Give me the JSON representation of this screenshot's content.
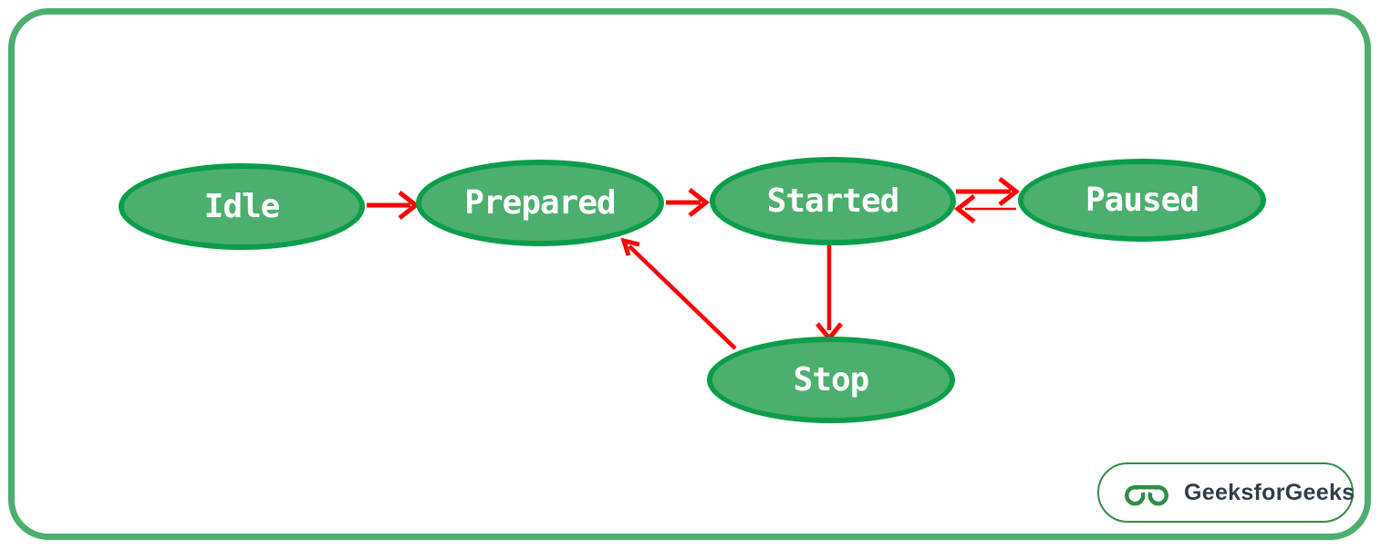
{
  "diagram": {
    "type": "state-diagram",
    "states": [
      {
        "id": "idle",
        "label": "Idle"
      },
      {
        "id": "prepared",
        "label": "Prepared"
      },
      {
        "id": "started",
        "label": "Started"
      },
      {
        "id": "paused",
        "label": "Paused"
      },
      {
        "id": "stop",
        "label": "Stop"
      }
    ],
    "transitions": [
      {
        "from": "Idle",
        "to": "Prepared"
      },
      {
        "from": "Prepared",
        "to": "Started"
      },
      {
        "from": "Started",
        "to": "Paused"
      },
      {
        "from": "Paused",
        "to": "Started"
      },
      {
        "from": "Started",
        "to": "Stop"
      },
      {
        "from": "Stop",
        "to": "Prepared"
      }
    ]
  },
  "colors": {
    "frame_green": "#4caf6e",
    "node_fill": "#4caf6e",
    "node_border": "#0b9d4a",
    "arrow_red": "#f80507",
    "logo_green": "#2f8d46",
    "logo_text": "#2f3d4c"
  },
  "logo": {
    "text": "GeeksforGeeks",
    "icon": "geeksforgeeks-gg-icon"
  }
}
